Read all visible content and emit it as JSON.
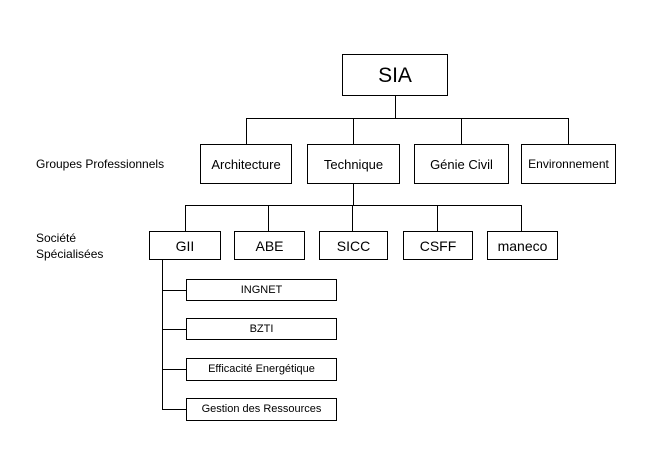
{
  "root": {
    "label": "SIA"
  },
  "row_labels": {
    "groups": "Groupes Professionnels",
    "societies_line1": "Société",
    "societies_line2": "Spécialisées"
  },
  "groups": [
    {
      "label": "Architecture"
    },
    {
      "label": "Technique"
    },
    {
      "label": "Génie Civil"
    },
    {
      "label": "Environnement"
    }
  ],
  "societies": [
    {
      "label": "GII"
    },
    {
      "label": "ABE"
    },
    {
      "label": "SICC"
    },
    {
      "label": "CSFF"
    },
    {
      "label": "maneco"
    }
  ],
  "gii_children": [
    {
      "label": "INGNET"
    },
    {
      "label": "BZTI"
    },
    {
      "label": "Efficacité Energétique"
    },
    {
      "label": "Gestion des Ressources"
    }
  ],
  "colors": {
    "line": "#000000",
    "box_border": "#000000",
    "background": "#ffffff"
  }
}
